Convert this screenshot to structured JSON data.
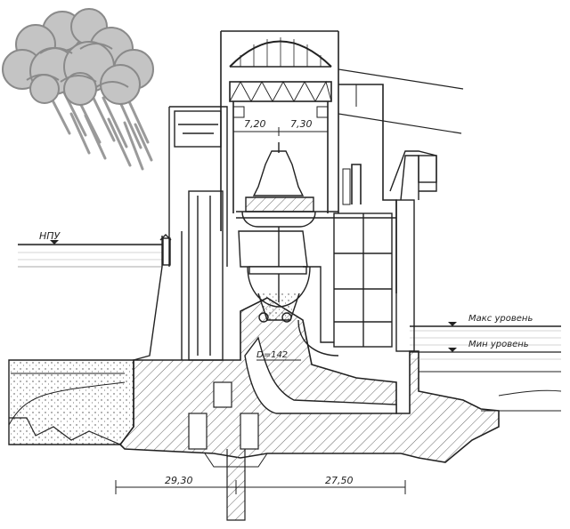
{
  "diagram": {
    "labels": {
      "upstream_level": "НПУ",
      "max_level": "Макс уровень",
      "min_level": "Мин уровень",
      "dim_left_upper": "7,20",
      "dim_right_upper": "7,30",
      "runner_diameter": "D=142",
      "dim_bottom_left": "29,30",
      "dim_bottom_right": "27,50"
    },
    "icons": {
      "weather": "rain-cloud-icon"
    },
    "colors": {
      "ink": "#222222",
      "cloud": "#bdbdbd",
      "cloud_edge": "#8a8a8a",
      "rain": "#9a9a9a",
      "concrete_hatch": "#555555"
    }
  }
}
